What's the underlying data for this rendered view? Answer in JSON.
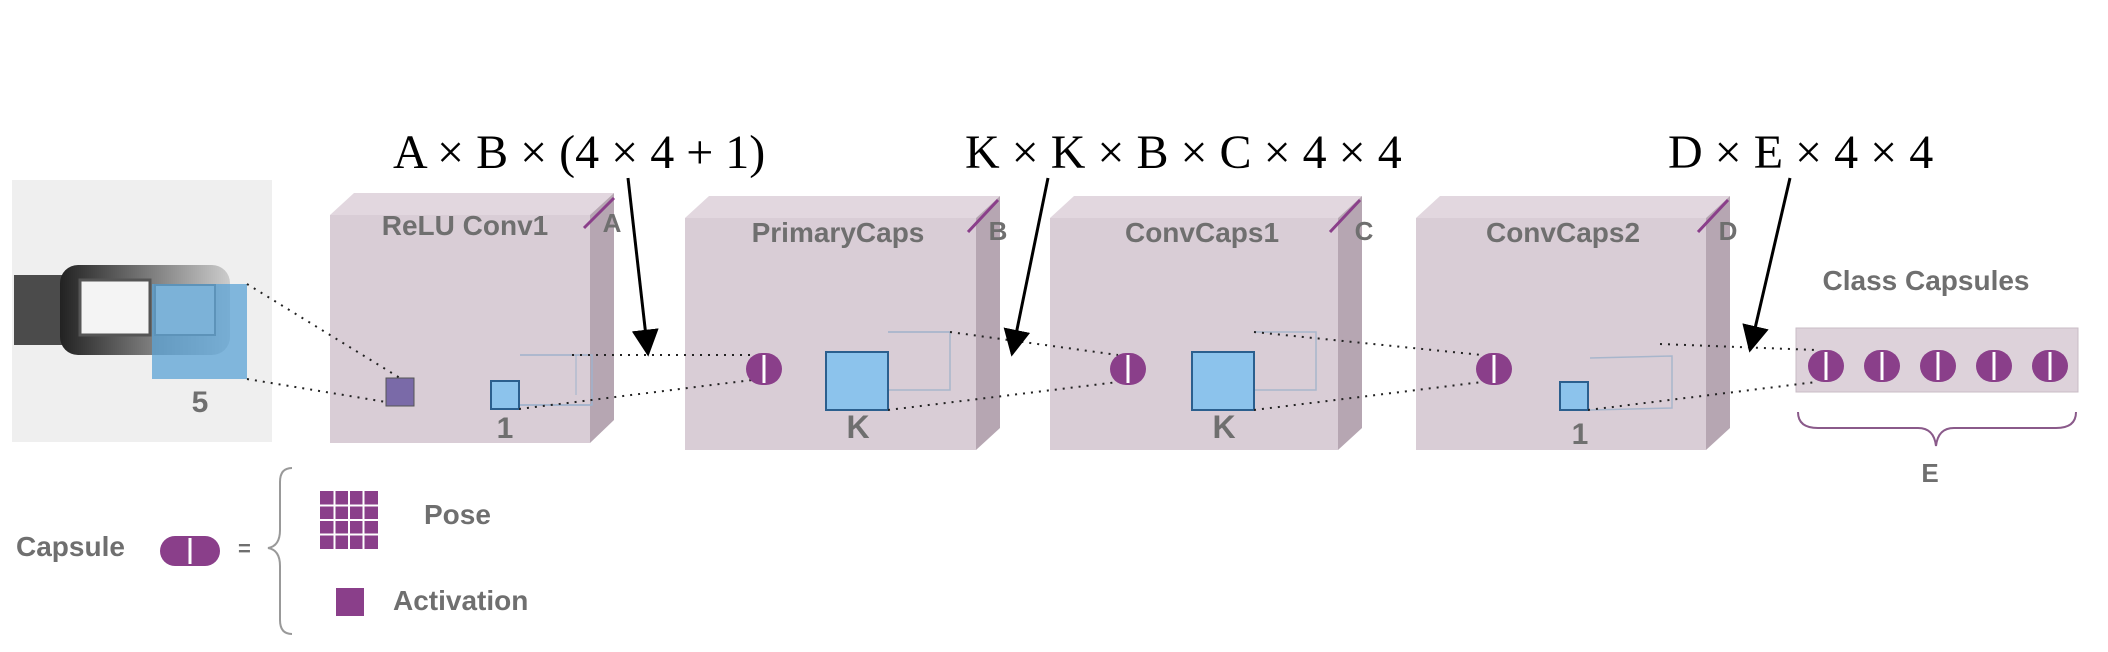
{
  "formulas": {
    "f1": "A × B × (4 × 4 + 1)",
    "f2": "K × K × B × C × 4 × 4",
    "f3": "D × E × 4 × 4"
  },
  "layers": [
    {
      "name": "ReLU Conv1",
      "depth": "A",
      "kernel": "1"
    },
    {
      "name": "PrimaryCaps",
      "depth": "B",
      "kernel": "K"
    },
    {
      "name": "ConvCaps1",
      "depth": "C",
      "kernel": "K"
    },
    {
      "name": "ConvCaps2",
      "depth": "D",
      "kernel": "1"
    }
  ],
  "input": {
    "kernel": "5"
  },
  "class_capsules": {
    "title": "Class Capsules",
    "count_label": "E"
  },
  "legend": {
    "capsule": "Capsule",
    "equals": "=",
    "pose": "Pose",
    "activation": "Activation"
  },
  "colors": {
    "box": "#d9cdd6",
    "capsule": "#8a3f8a",
    "kernel": "#8cc3ec"
  }
}
